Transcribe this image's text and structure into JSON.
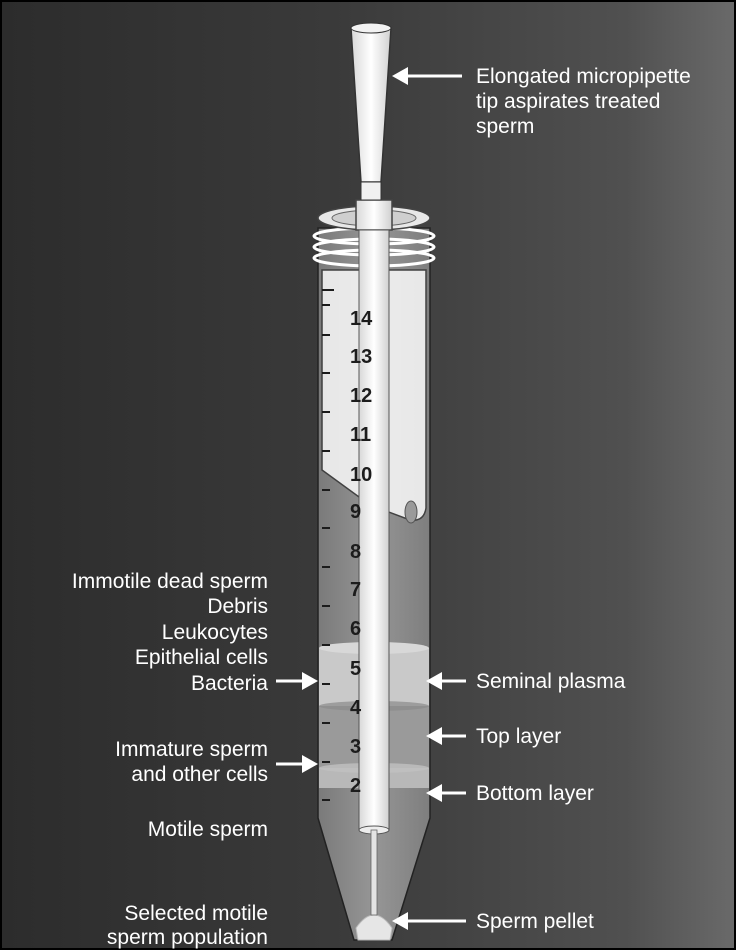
{
  "labels": {
    "micropipette": [
      "Elongated micropipette",
      "tip aspirates treated",
      "sperm"
    ],
    "left_group": [
      "Immotile dead sperm",
      "Debris",
      "Leukocytes",
      "Epithelial cells",
      "Bacteria"
    ],
    "immature": [
      "Immature sperm",
      "and other cells"
    ],
    "motile": "Motile sperm",
    "selected": [
      "Selected motile",
      "sperm population"
    ],
    "seminal_plasma": "Seminal plasma",
    "top_layer": "Top layer",
    "bottom_layer": "Bottom layer",
    "sperm_pellet": "Sperm pellet"
  },
  "scale_ticks": [
    "14",
    "13",
    "12",
    "11",
    "10",
    "9",
    "8",
    "7",
    "6",
    "5",
    "4",
    "3",
    "2"
  ],
  "colors": {
    "background_dark": "#3a3a3a",
    "background_light": "#5a5a5a",
    "tube": "#8c8c8c",
    "seminal_plasma": "#c9c9c9",
    "top_layer": "#9a9a9a",
    "bottom_layer": "#b4b4b4",
    "pipette": "#f4f4f4",
    "label_text": "#ffffff"
  }
}
